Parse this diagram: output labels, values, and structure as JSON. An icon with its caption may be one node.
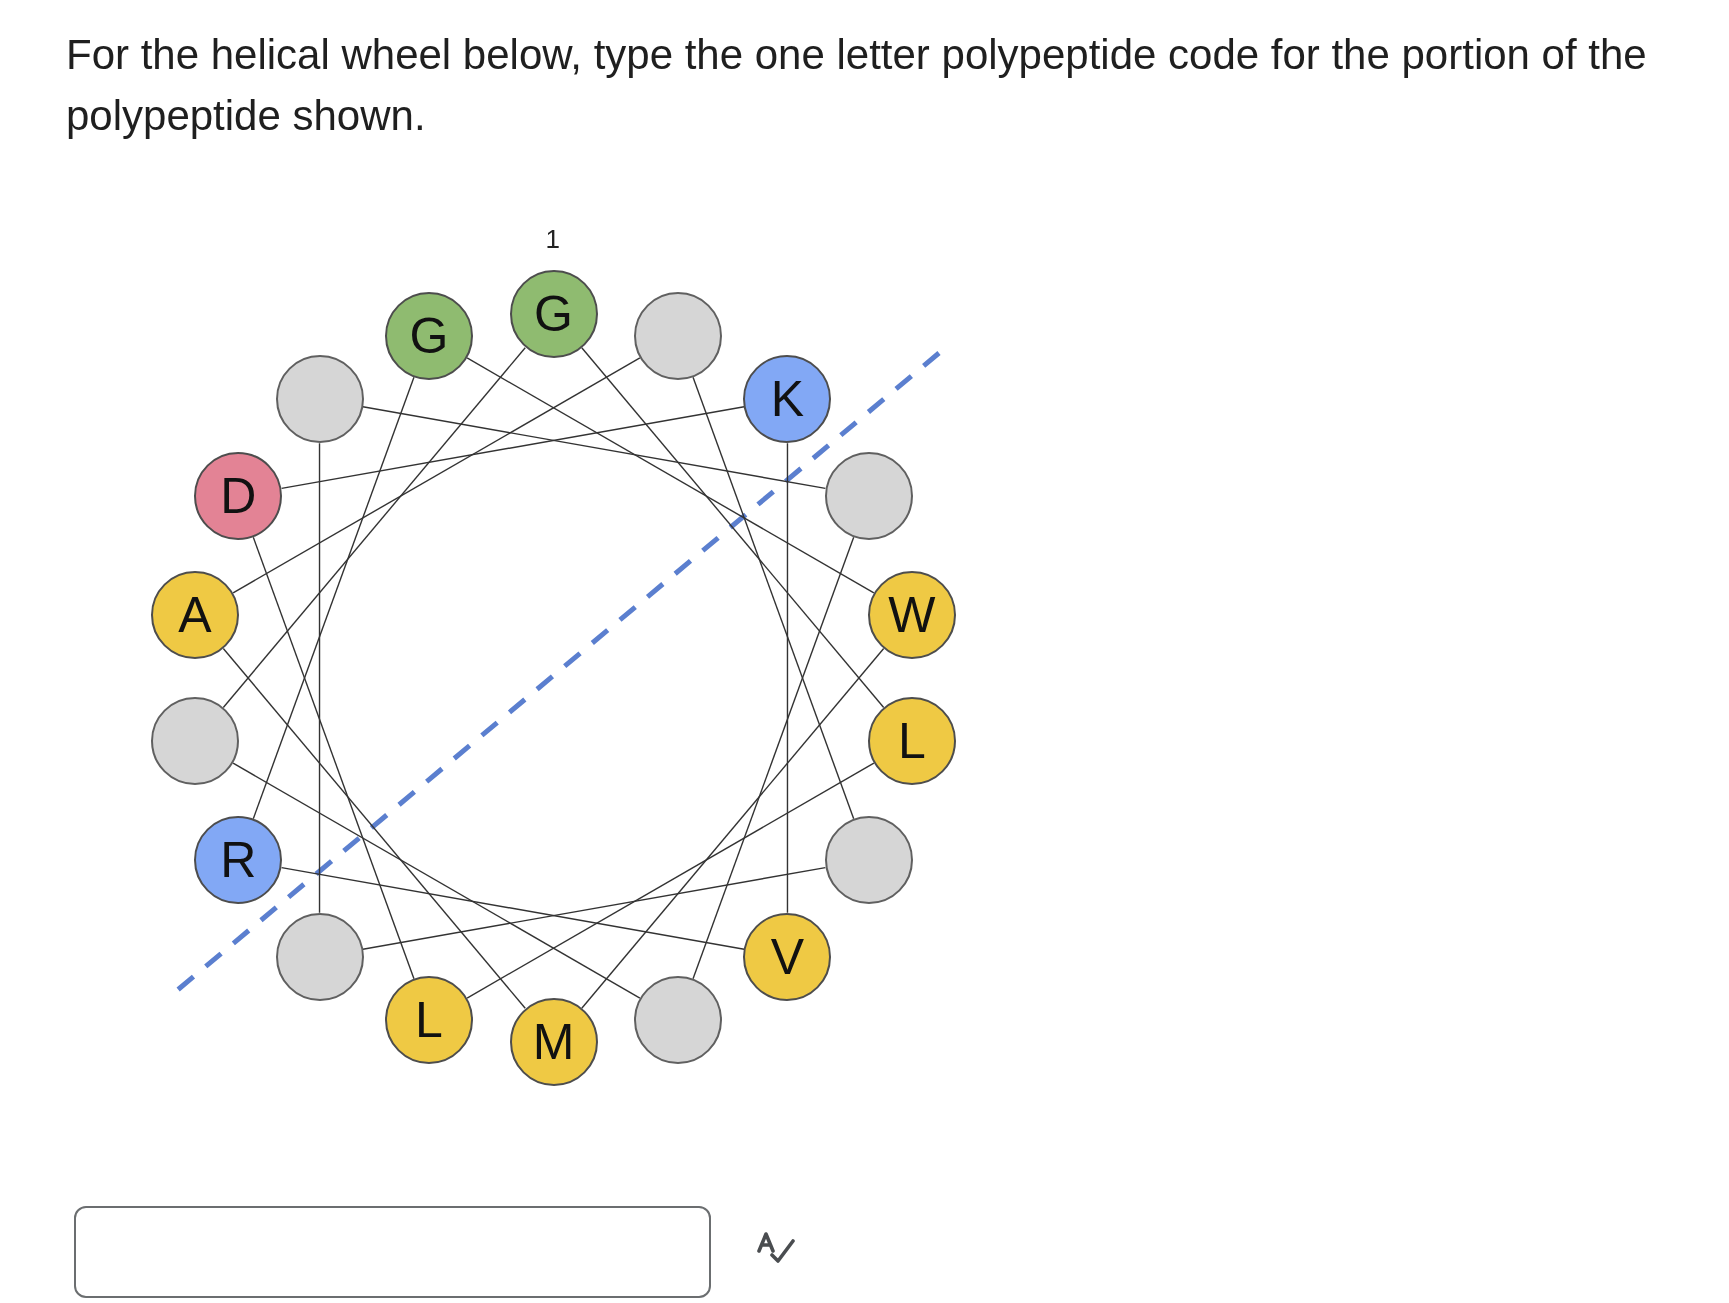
{
  "diagram": {
    "title": "For the helical wheel below, type the one letter polypeptide code for the portion of the polypeptide shown.",
    "nodes": [
      {
        "text": [
          "G"
        ],
        "beside": [
          "1"
        ]
      },
      {
        "text": [
          "G"
        ]
      },
      {
        "text": [],
        "shape": "circle"
      },
      {
        "text": [],
        "shape": "circle"
      },
      {
        "text": [
          "K"
        ]
      },
      {
        "text": [
          "D"
        ]
      },
      {
        "text": [],
        "shape": "circle"
      },
      {
        "text": [
          "A"
        ]
      },
      {
        "text": [
          "W"
        ]
      },
      {
        "text": [],
        "shape": "circle"
      },
      {
        "text": [
          "L"
        ]
      },
      {
        "text": [
          "R"
        ]
      },
      {
        "text": [],
        "shape": "circle"
      },
      {
        "text": [],
        "shape": "circle"
      },
      {
        "text": [
          "V"
        ]
      },
      {
        "text": [
          "L"
        ]
      },
      {
        "text": [],
        "shape": "circle"
      },
      {
        "text": [
          "M"
        ]
      }
    ],
    "edges": [
      {
        "from": 0,
        "to": 10,
        "arrow": "none"
      },
      {
        "from": 10,
        "to": 15,
        "arrow": "none"
      },
      {
        "from": 15,
        "to": 5,
        "arrow": "none"
      },
      {
        "from": 5,
        "to": 4,
        "arrow": "none"
      },
      {
        "from": 4,
        "to": 14,
        "arrow": "none"
      },
      {
        "from": 14,
        "to": 11,
        "arrow": "none"
      },
      {
        "from": 11,
        "to": 1,
        "arrow": "none"
      },
      {
        "from": 1,
        "to": 8,
        "arrow": "none"
      },
      {
        "from": 8,
        "to": 17,
        "arrow": "none"
      },
      {
        "from": 17,
        "to": 7,
        "arrow": "none"
      },
      {
        "from": 7,
        "to": 2,
        "arrow": "none"
      },
      {
        "from": 2,
        "to": 12,
        "arrow": "none"
      },
      {
        "from": 12,
        "to": 13,
        "arrow": "none"
      },
      {
        "from": 13,
        "to": 3,
        "arrow": "none"
      },
      {
        "from": 3,
        "to": 6,
        "arrow": "none"
      },
      {
        "from": 6,
        "to": 16,
        "arrow": "none"
      },
      {
        "from": 16,
        "to": 9,
        "arrow": "none"
      },
      {
        "from": 9,
        "to": 0,
        "arrow": "none"
      }
    ]
  }
}
